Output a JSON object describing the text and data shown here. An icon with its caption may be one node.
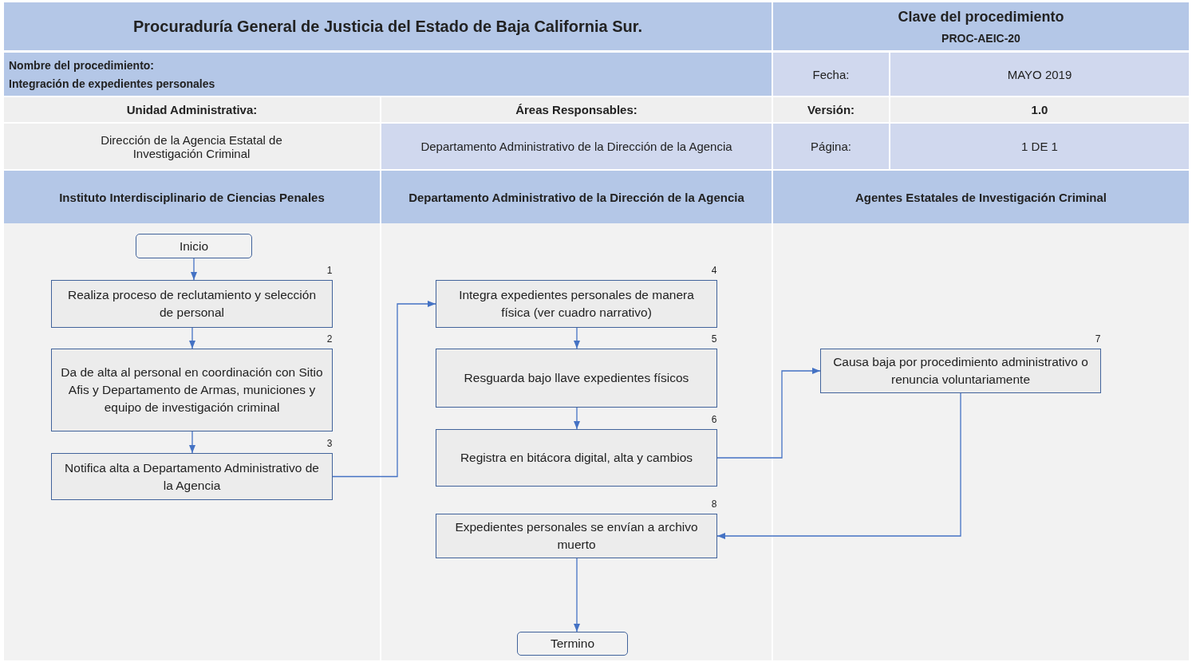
{
  "diagram": {
    "nodes": [
      {
        "text": [
          "Instituto Interdisciplinario de Ciencias Penales"
        ]
      },
      {
        "text": [
          "Departamento Administrativo de la Dirección de la Agencia"
        ]
      },
      {
        "text": [
          "Agentes Estatales de Investigación Criminal"
        ]
      },
      {
        "text": [
          "Inicio"
        ],
        "in": 0
      },
      {
        "text": [
          "Realiza proceso de reclutamiento y selección de personal"
        ],
        "in": 0,
        "beside": [
          "1"
        ]
      },
      {
        "text": [
          "Da de alta al personal en coordinación con Sitio Afis y Departamento de Armas, municiones y equipo de investigación criminal"
        ],
        "in": 0,
        "beside": [
          "2"
        ]
      },
      {
        "text": [
          "Notifica alta a Departamento Administrativo de la Agencia"
        ],
        "in": 0,
        "beside": [
          "3"
        ]
      },
      {
        "text": [
          "Integra expedientes personales de manera física (ver cuadro narrativo)"
        ],
        "in": 1,
        "beside": [
          "4"
        ]
      },
      {
        "text": [
          "Resguarda bajo llave expedientes físicos"
        ],
        "in": 1,
        "beside": [
          "5"
        ]
      },
      {
        "text": [
          "Registra en bitácora digital, alta y cambios"
        ],
        "in": 1,
        "beside": [
          "6"
        ]
      },
      {
        "text": [
          "Expedientes personales se envían a archivo muerto"
        ],
        "in": 1,
        "beside": [
          "8"
        ]
      },
      {
        "text": [
          "Causa baja por procedimiento administrativo o renuncia voluntariamente"
        ],
        "in": 2,
        "beside": [
          "7"
        ]
      },
      {
        "text": [
          "Termino"
        ],
        "in": 1
      }
    ],
    "edges": [
      {
        "from": 3,
        "to": 4,
        "arrow": "to"
      },
      {
        "from": 4,
        "to": 5,
        "arrow": "to"
      },
      {
        "from": 5,
        "to": 6,
        "arrow": "to"
      },
      {
        "from": 6,
        "to": 7,
        "arrow": "to"
      },
      {
        "from": 7,
        "to": 8,
        "arrow": "to"
      },
      {
        "from": 8,
        "to": 9,
        "arrow": "to"
      },
      {
        "from": 9,
        "to": 11,
        "arrow": "to"
      },
      {
        "from": 11,
        "to": 10,
        "arrow": "to"
      },
      {
        "from": 10,
        "to": 12,
        "arrow": "to"
      }
    ],
    "labels": [
      "Procuraduría General de Justicia del Estado de Baja California Sur.",
      "Clave del procedimiento",
      "PROC-AEIC-20",
      "Nombre del procedimiento:",
      "Integración de expedientes personales",
      "Fecha:",
      "MAYO 2019",
      "Unidad Administrativa:",
      "Áreas Responsables:",
      "Versión:",
      "1.0",
      "Dirección de la Agencia Estatal de Investigación Criminal",
      "Departamento Administrativo de la Dirección de la Agencia",
      "Página:",
      "1 DE 1"
    ]
  }
}
